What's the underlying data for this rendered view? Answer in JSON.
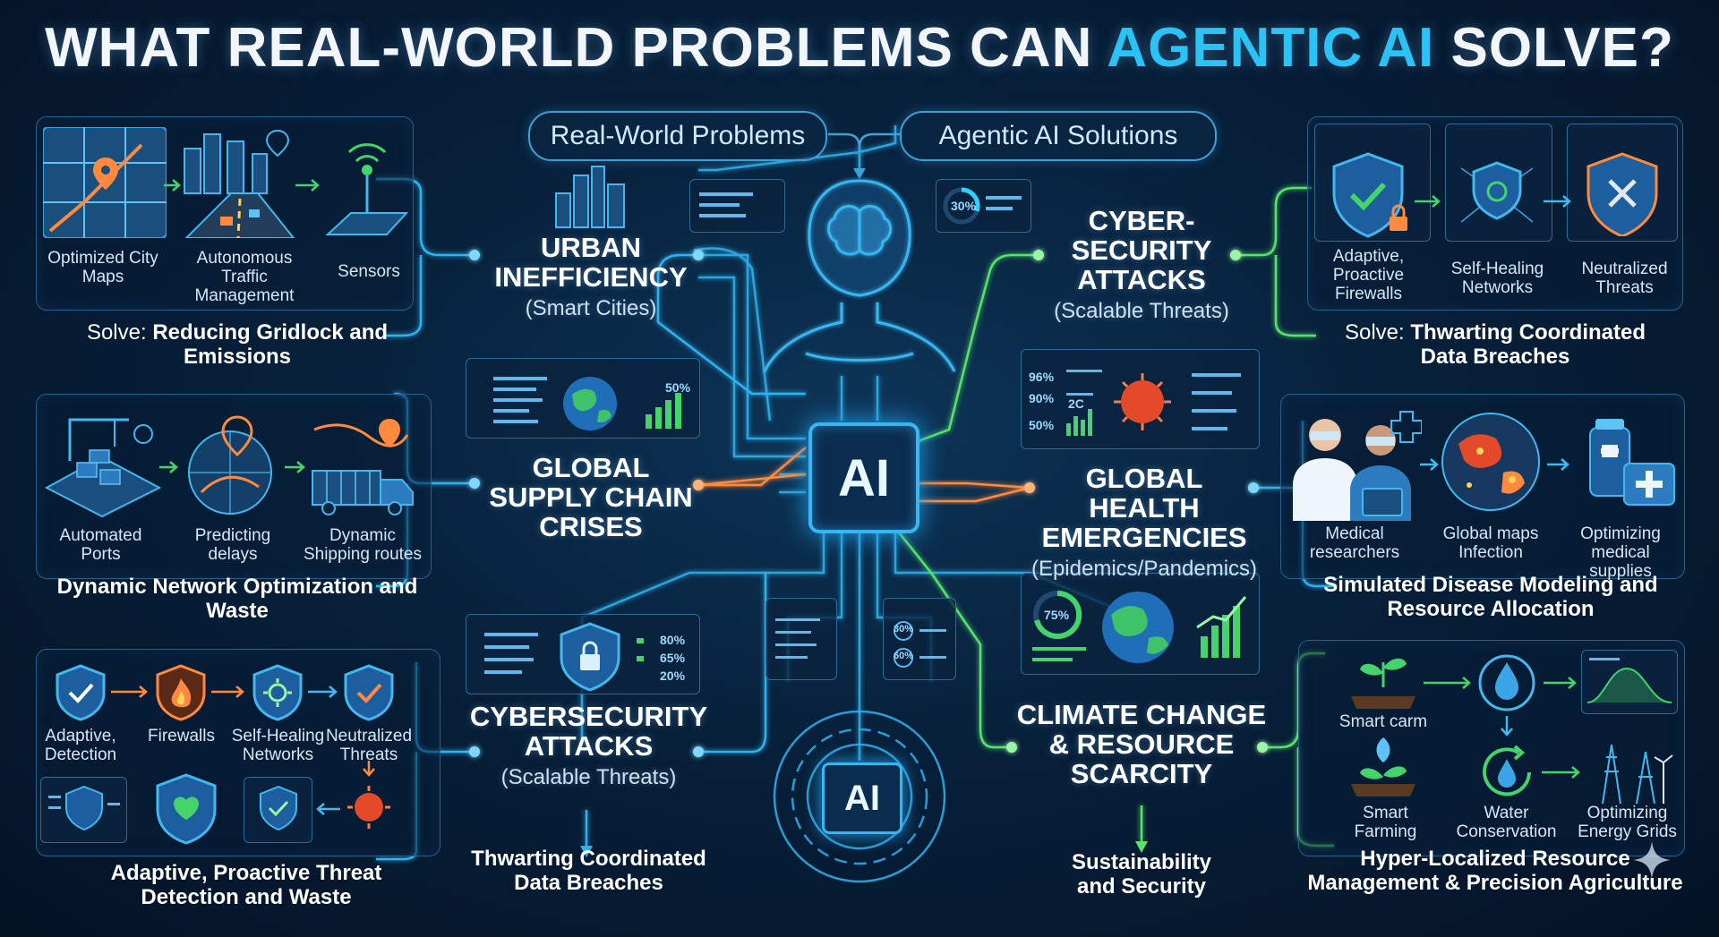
{
  "title": {
    "before": "WHAT REAL-WORLD PROBLEMS CAN ",
    "accent": "AGENTIC AI",
    "after": " SOLVE?"
  },
  "legend": {
    "problems": "Real-World Problems",
    "solutions": "Agentic AI Solutions"
  },
  "core": {
    "label": "AI",
    "chip_label": "AI"
  },
  "problems": {
    "urban": {
      "title": "URBAN INEFFICIENCY",
      "subtitle": "(Smart Cities)"
    },
    "supply": {
      "title": "GLOBAL SUPPLY CHAIN CRISES"
    },
    "cyber_left": {
      "title": "CYBERSECURITY ATTACKS",
      "subtitle": "(Scalable Threats)",
      "outcome": "Thwarting Coordinated Data Breaches"
    },
    "cyber_right": {
      "title": "CYBER- SECURITY ATTACKS",
      "subtitle": "(Scalable Threats)"
    },
    "health": {
      "title": "GLOBAL HEALTH EMERGENCIES",
      "subtitle": "(Epidemics/Pandemics)"
    },
    "climate": {
      "title": "CLIMATE CHANGE & RESOURCE SCARCITY",
      "outcome": "Sustainability and Security"
    }
  },
  "panels": {
    "city": {
      "items": [
        "Optimized City Maps",
        "Autonomous Traffic Management",
        "Sensors"
      ],
      "solve_prefix": "Solve:",
      "solve": "Reducing Gridlock and Emissions"
    },
    "logistics": {
      "items": [
        "Automated Ports",
        "Predicting delays",
        "Dynamic Shipping routes"
      ],
      "solve": "Dynamic Network Optimization and Waste"
    },
    "threat": {
      "items": [
        "Adaptive, Detection",
        "Firewalls",
        "Self-Healing Networks",
        "Neutralized Threats"
      ],
      "solve": "Adaptive, Proactive Threat Detection and Waste"
    },
    "security": {
      "items": [
        "Adaptive, Proactive Firewalls",
        "Self-Healing Networks",
        "Neutralized Threats"
      ],
      "solve_prefix": "Solve:",
      "solve": "Thwarting Coordinated Data Breaches"
    },
    "medical": {
      "items": [
        "Medical researchers",
        "Global maps Infection",
        "Optimizing medical supplies"
      ],
      "solve": "Simulated Disease Modeling and Resource Allocation"
    },
    "agri": {
      "items": [
        "Smart carm",
        "Smart Farming",
        "Water Conservation",
        "Optimizing Energy Grids"
      ],
      "solve": "Hyper-Localized Resource Management & Precision Agriculture"
    }
  },
  "dash_values": {
    "cyber_meter": "30%",
    "supply_value": "50%",
    "health_values": [
      "96%",
      "90%",
      "50%",
      "2C"
    ],
    "cyber_left_values": [
      "80%",
      "65%",
      "20%"
    ],
    "center_values": [
      "30%",
      "60%"
    ],
    "climate_gauge": "75%"
  },
  "colors": {
    "accent": "#29c3f5",
    "green_wire": "#58e36b",
    "orange_wire": "#ff8a3d",
    "blue_wire": "#2fb3f0"
  }
}
